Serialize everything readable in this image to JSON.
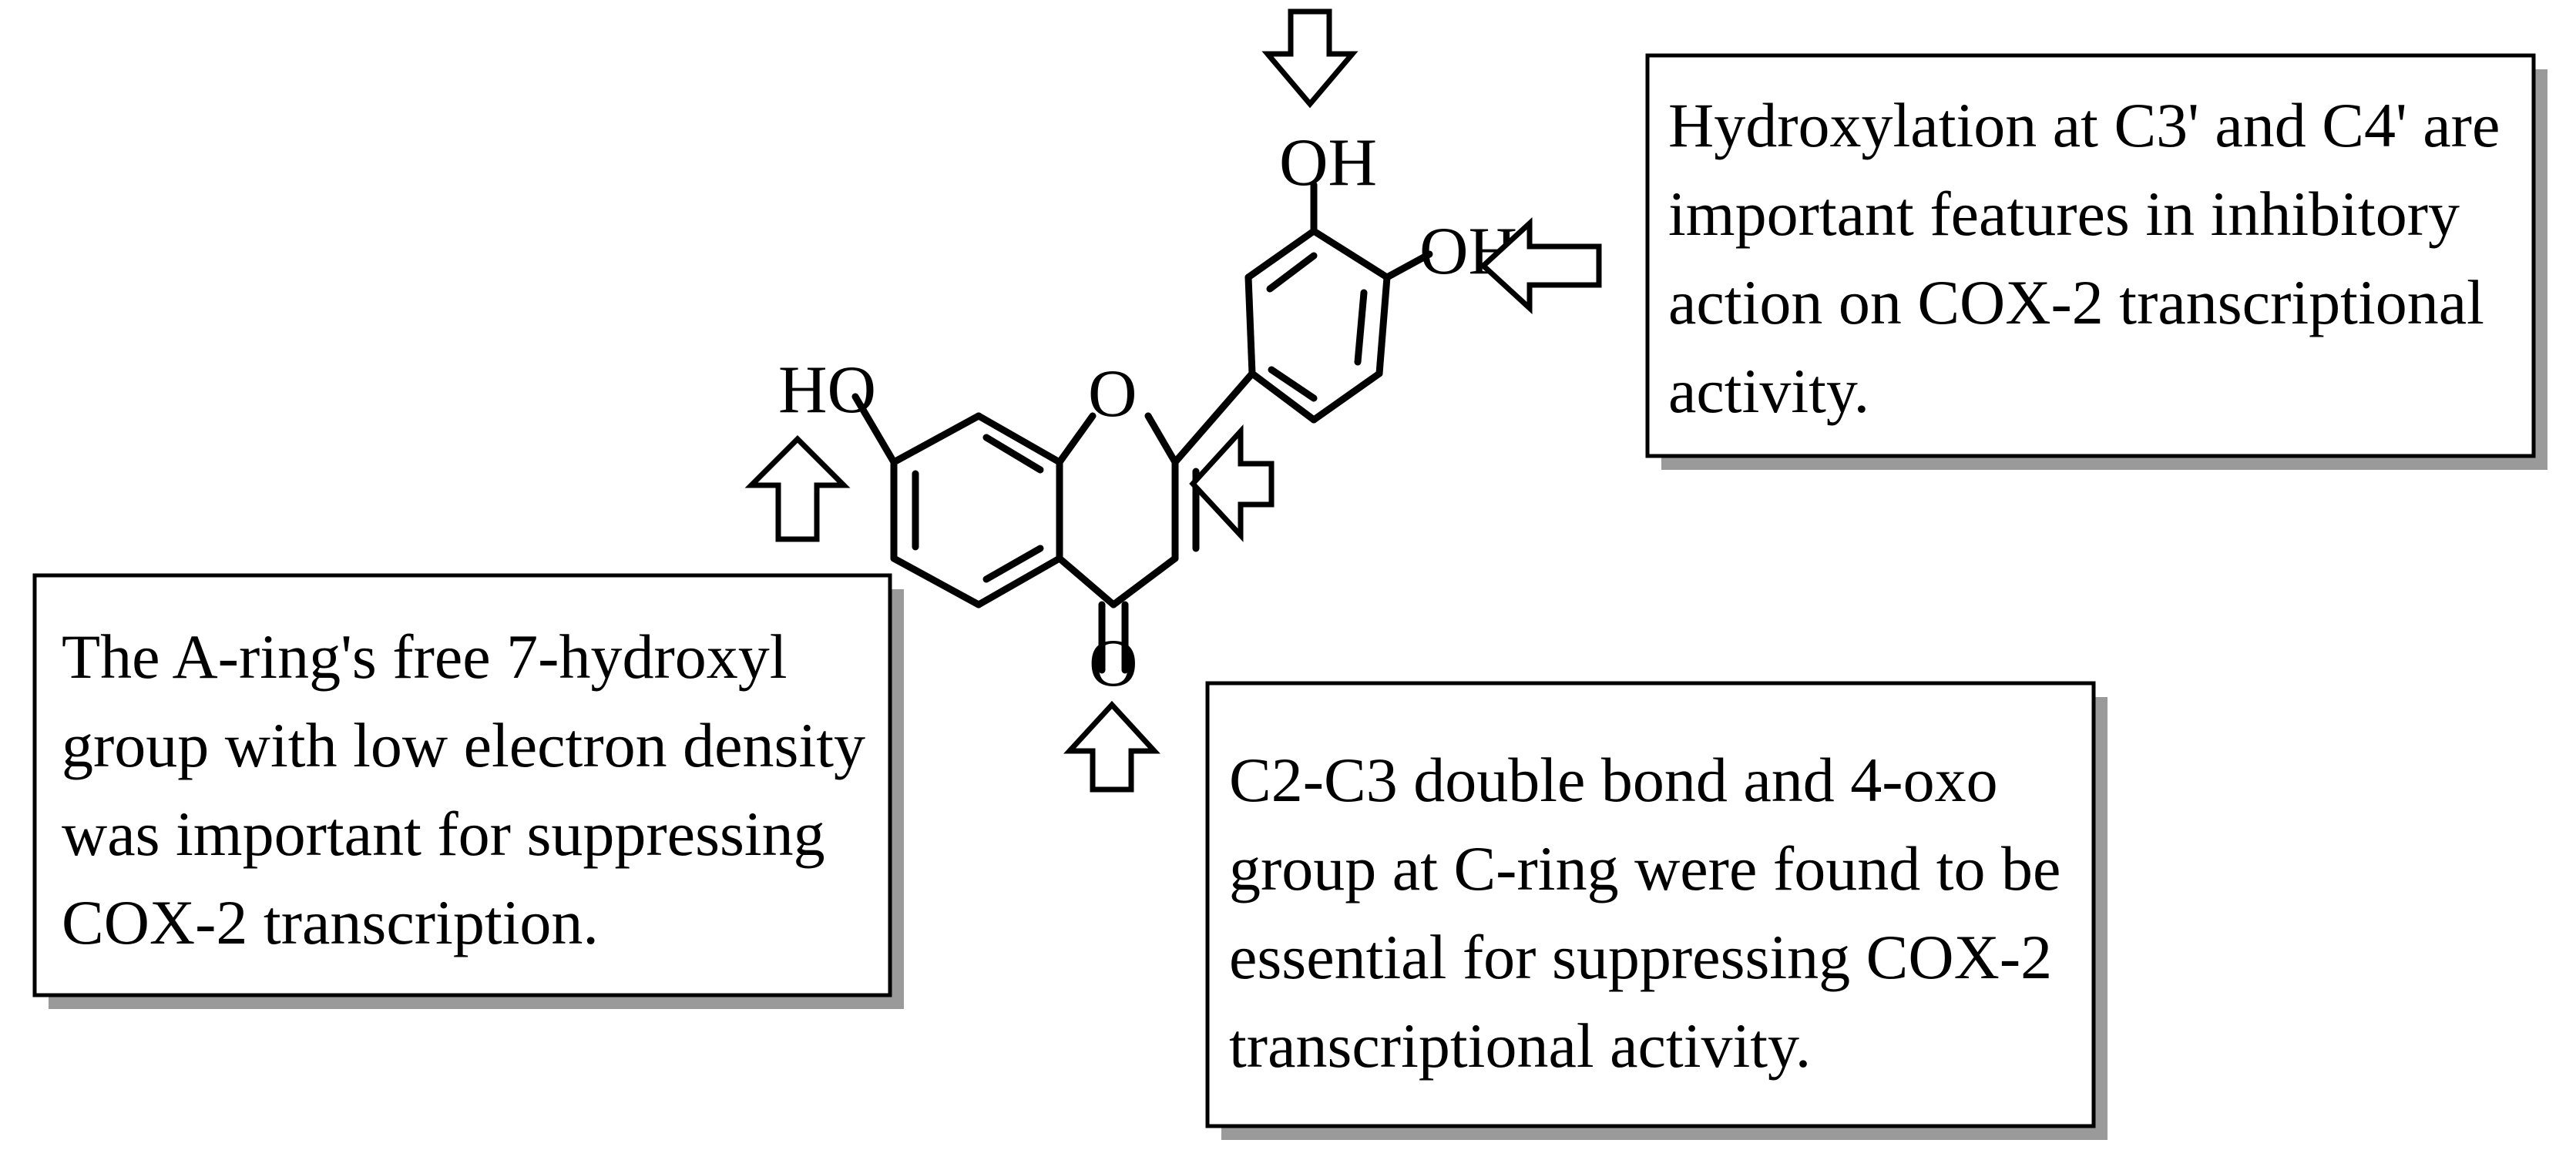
{
  "molecule": {
    "atoms": {
      "oh_top": "OH",
      "oh_right": "OH",
      "ho_left": "HO",
      "ring_o": "O",
      "carbonyl_o": "O"
    }
  },
  "annotations": {
    "top_right": [
      "Hydroxylation at C3' and C4' are",
      "important features in inhibitory",
      "action on COX-2 transcriptional",
      "activity."
    ],
    "left": [
      "The A-ring's free 7-hydroxyl",
      "group with low electron density",
      "was important for suppressing",
      "COX-2 transcription."
    ],
    "bottom_right": [
      "C2-C3 double bond and 4-oxo",
      "group at C-ring were found to be",
      "essential for suppressing COX-2",
      "transcriptional activity."
    ]
  }
}
